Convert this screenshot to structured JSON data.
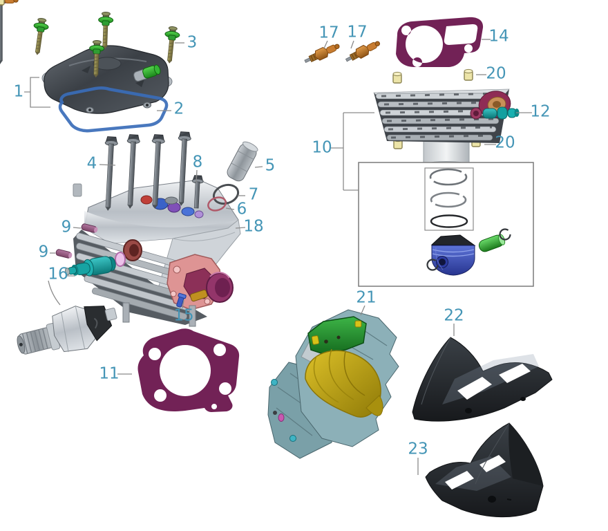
{
  "diagram": {
    "kind": "exploded-parts-diagram",
    "subject": "engine-top-end-cylinder-head-assembly",
    "background": "#ffffff",
    "label_color": "#4495b6",
    "leader_color": "#8a8a8a"
  },
  "colors": {
    "gasket_blue": "#3a6db8",
    "gasket_maroon": "#722256",
    "piston_blue": "#3a50b8",
    "pin_green": "#2fa82f",
    "sensor_teal": "#12a0a0",
    "shroud_black": "#2b2f33",
    "shroud_slate": "#86abb3",
    "horn_gold": "#c4a312",
    "plug_copper": "#c87c30",
    "dowel_yellow": "#ece4a8",
    "flange_pink": "#de9494"
  },
  "labels": [
    {
      "text": "1",
      "part": "valve-cover"
    },
    {
      "text": "2",
      "part": "valve-cover-gasket"
    },
    {
      "text": "3",
      "part": "valve-cover-bolt"
    },
    {
      "text": "4",
      "part": "cylinder-head-bolt"
    },
    {
      "text": "5",
      "part": "tappet-cover-cap"
    },
    {
      "text": "6",
      "part": "o-ring-small"
    },
    {
      "text": "7",
      "part": "o-ring-large"
    },
    {
      "text": "8",
      "part": "flange-bolt"
    },
    {
      "text": "9",
      "part": "stud-pin-upper"
    },
    {
      "text": "9",
      "part": "stud-pin-lower"
    },
    {
      "text": "10",
      "part": "cylinder-piston-assembly"
    },
    {
      "text": "11",
      "part": "cylinder-base-gasket"
    },
    {
      "text": "12",
      "part": "cam-chain-tensioner"
    },
    {
      "text": "14",
      "part": "cylinder-head-gasket"
    },
    {
      "text": "15",
      "part": "small-bolt"
    },
    {
      "text": "16",
      "part": "oil-pressure-switch"
    },
    {
      "text": "17",
      "part": "spark-plug-left"
    },
    {
      "text": "17",
      "part": "spark-plug-right"
    },
    {
      "text": "18",
      "part": "cylinder-head"
    },
    {
      "text": "20",
      "part": "dowel-pin-upper"
    },
    {
      "text": "20",
      "part": "dowel-pin-lower"
    },
    {
      "text": "21",
      "part": "fan-shroud-inner-assembly"
    },
    {
      "text": "22",
      "part": "shroud-cover-upper"
    },
    {
      "text": "23",
      "part": "shroud-cover-lower"
    }
  ]
}
